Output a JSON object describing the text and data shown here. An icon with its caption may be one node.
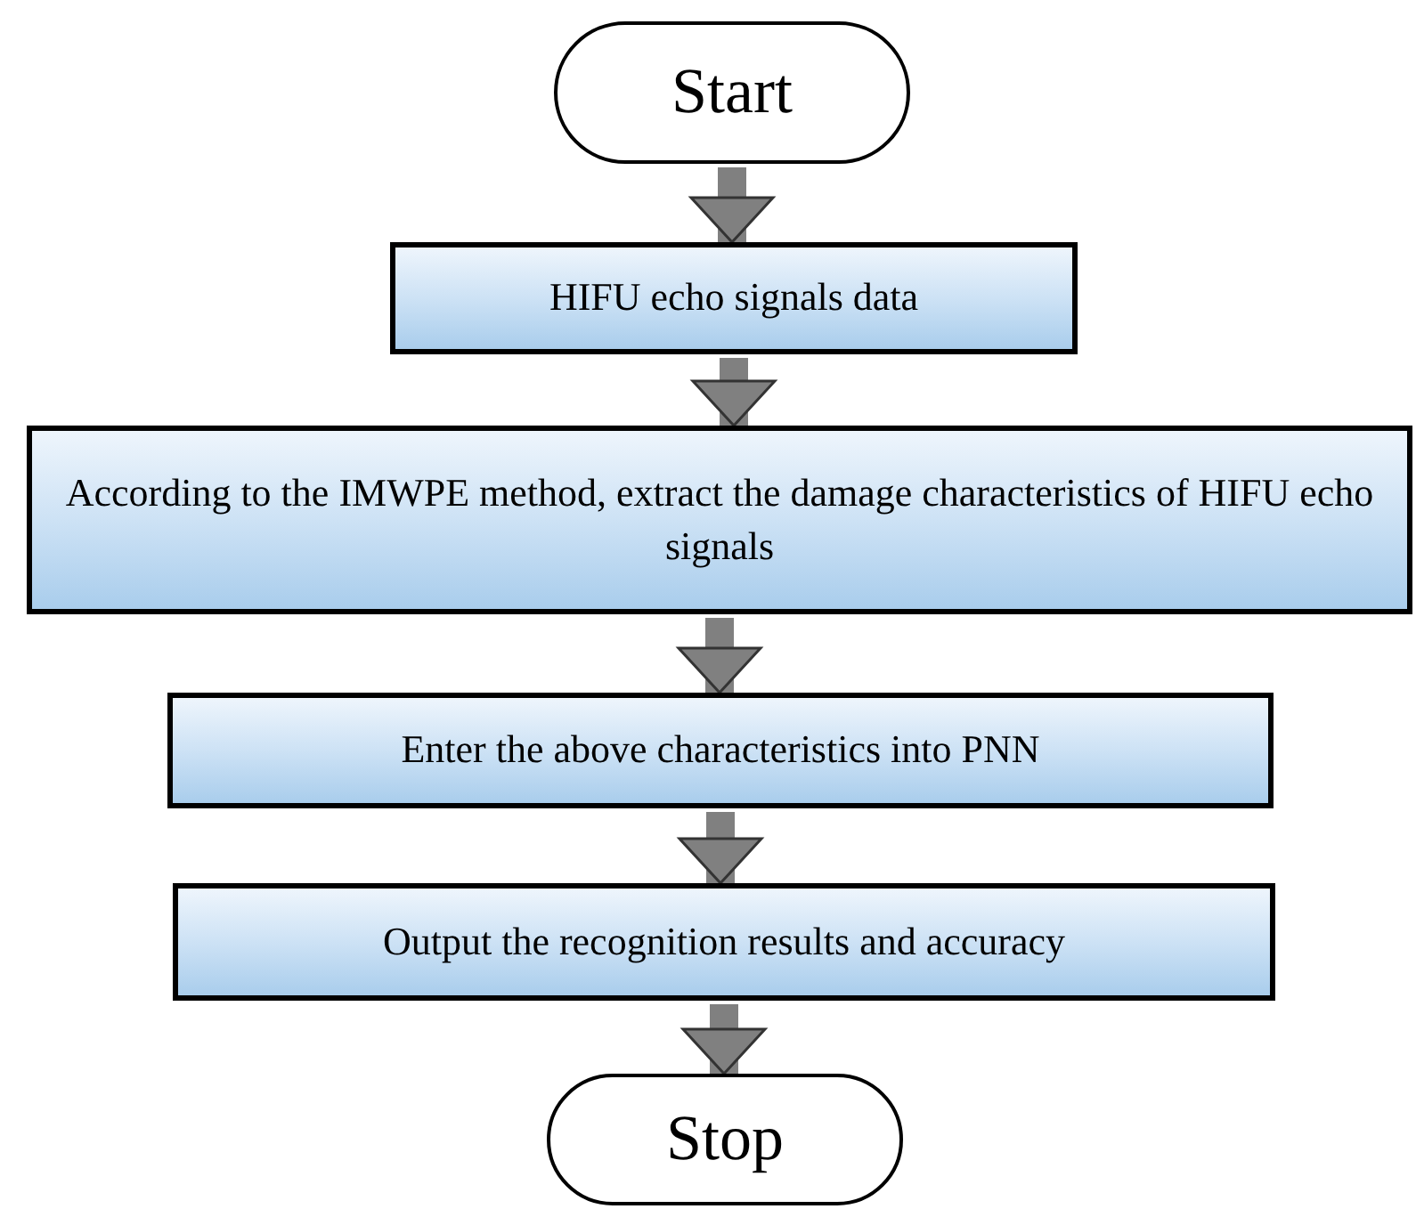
{
  "diagram": {
    "nodes": [
      {
        "text": [
          "Start"
        ]
      },
      {
        "text": [
          "HIFU echo signals data"
        ]
      },
      {
        "text": [
          "According to the IMWPE method, extract the damage characteristics of HIFU echo signals"
        ]
      },
      {
        "text": [
          "Enter the above characteristics into PNN"
        ]
      },
      {
        "text": [
          "Output the recognition results and accuracy"
        ]
      },
      {
        "text": [
          "Stop"
        ]
      }
    ],
    "edges": [
      {
        "from": 0,
        "to": 1,
        "arrow": "to"
      },
      {
        "from": 1,
        "to": 2,
        "arrow": "to"
      },
      {
        "from": 2,
        "to": 3,
        "arrow": "to"
      },
      {
        "from": 3,
        "to": 4,
        "arrow": "to"
      },
      {
        "from": 4,
        "to": 5,
        "arrow": "to"
      }
    ]
  }
}
